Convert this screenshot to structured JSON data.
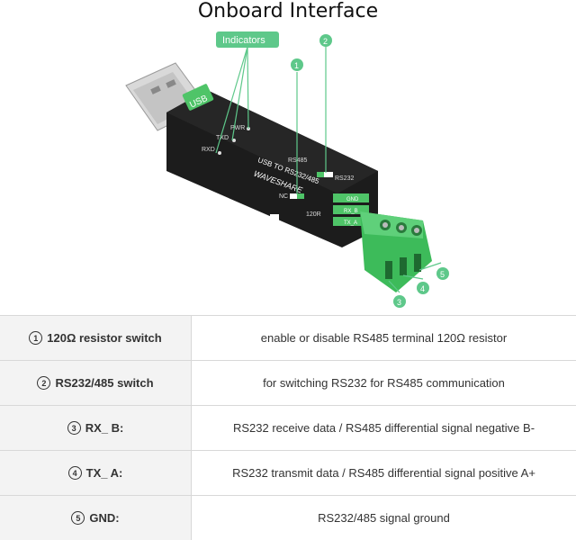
{
  "title": "Onboard Interface",
  "figure": {
    "indicators_label": "Indicators",
    "callouts": [
      "1",
      "2",
      "3",
      "4",
      "5"
    ],
    "board_text": {
      "usb": "USB",
      "pwr": "PWR",
      "txd": "TXD",
      "rxd": "RXD",
      "rs485": "RS485",
      "rs232": "RS232",
      "product": "USB TO RS232/485",
      "brand": "WAVESHARE",
      "nc": "NC",
      "r120": "120R",
      "gnd": "GND",
      "rx_b": "RX_B",
      "tx_a": "TX_A"
    }
  },
  "table": {
    "rows": [
      {
        "num": "1",
        "label": "120Ω resistor switch",
        "desc": "enable or disable RS485 terminal 120Ω resistor"
      },
      {
        "num": "2",
        "label": "RS232/485 switch",
        "desc": "for switching RS232 for RS485 communication"
      },
      {
        "num": "3",
        "label": "RX_ B:",
        "desc": "RS232 receive data / RS485 differential signal negative B-"
      },
      {
        "num": "4",
        "label": "TX_ A:",
        "desc": "RS232 transmit data / RS485 differential signal positive A+"
      },
      {
        "num": "5",
        "label": "GND:",
        "desc": "RS232/485 signal ground"
      }
    ]
  },
  "colors": {
    "accent_green": "#5ec88a",
    "board_black": "#1c1c1c",
    "terminal_green": "#3dbb5a"
  }
}
